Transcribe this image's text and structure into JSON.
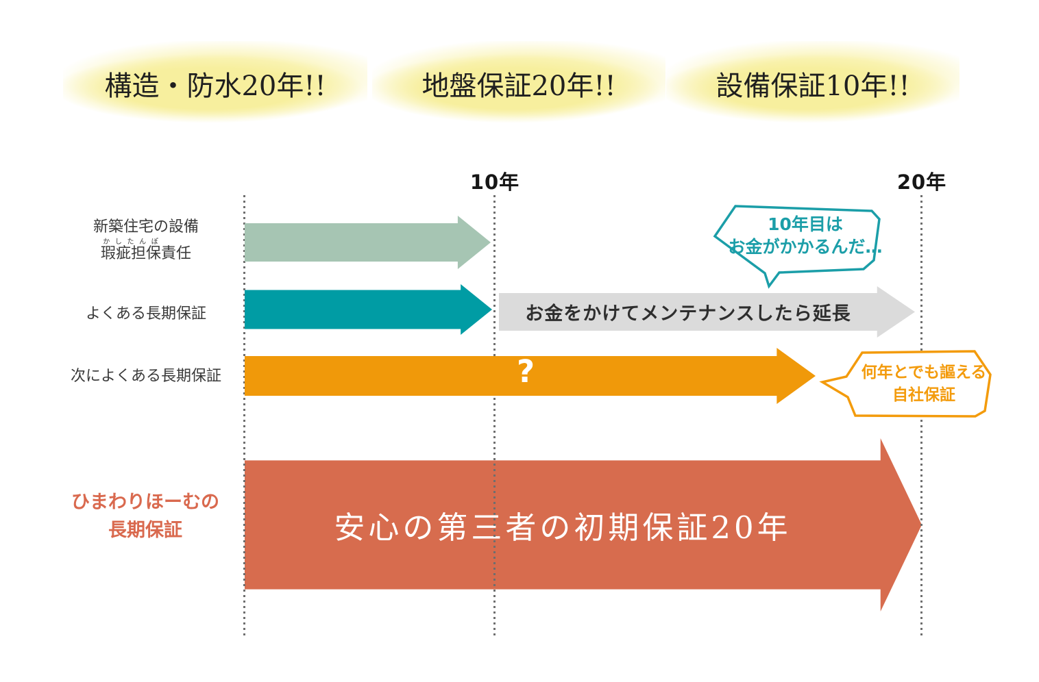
{
  "badges": [
    {
      "label": "構造・防水20年!!"
    },
    {
      "label": "地盤保証20年!!"
    },
    {
      "label": "設備保証10年!!"
    }
  ],
  "axis": {
    "year10": "10年",
    "year20": "20年"
  },
  "row1": {
    "label_line1": "新築住宅の設備",
    "ruby_base": "瑕疵担保",
    "ruby_text": "かしたんぽ",
    "label_line2_suffix": "責任"
  },
  "row2": {
    "label": "よくある長期保証",
    "extension_arrow_text": "お金をかけてメンテナンスしたら延長"
  },
  "row3": {
    "label": "次によくある長期保証",
    "question_mark": "?"
  },
  "row4": {
    "label_line1": "ひまわりほーむの",
    "label_line2": "長期保証",
    "arrow_text": "安心の第三者の初期保証20年"
  },
  "bubble_teal": {
    "line1": "10年目は",
    "line2": "お金がかかるんだ…"
  },
  "bubble_orange": {
    "line1": "何年とでも謳える",
    "line2": "自社保証"
  },
  "colors": {
    "badge_yellow": "#F7EF9E",
    "sage_arrow": "#A6C5B3",
    "teal_arrow": "#009CA4",
    "gray_arrow": "#DBDBDB",
    "orange_arrow": "#F0990A",
    "terracotta_arrow": "#D76C4E",
    "teal_bubble": "#1B9EA8",
    "orange_bubble": "#F39B0C",
    "row4_label_color": "#D9694E"
  }
}
